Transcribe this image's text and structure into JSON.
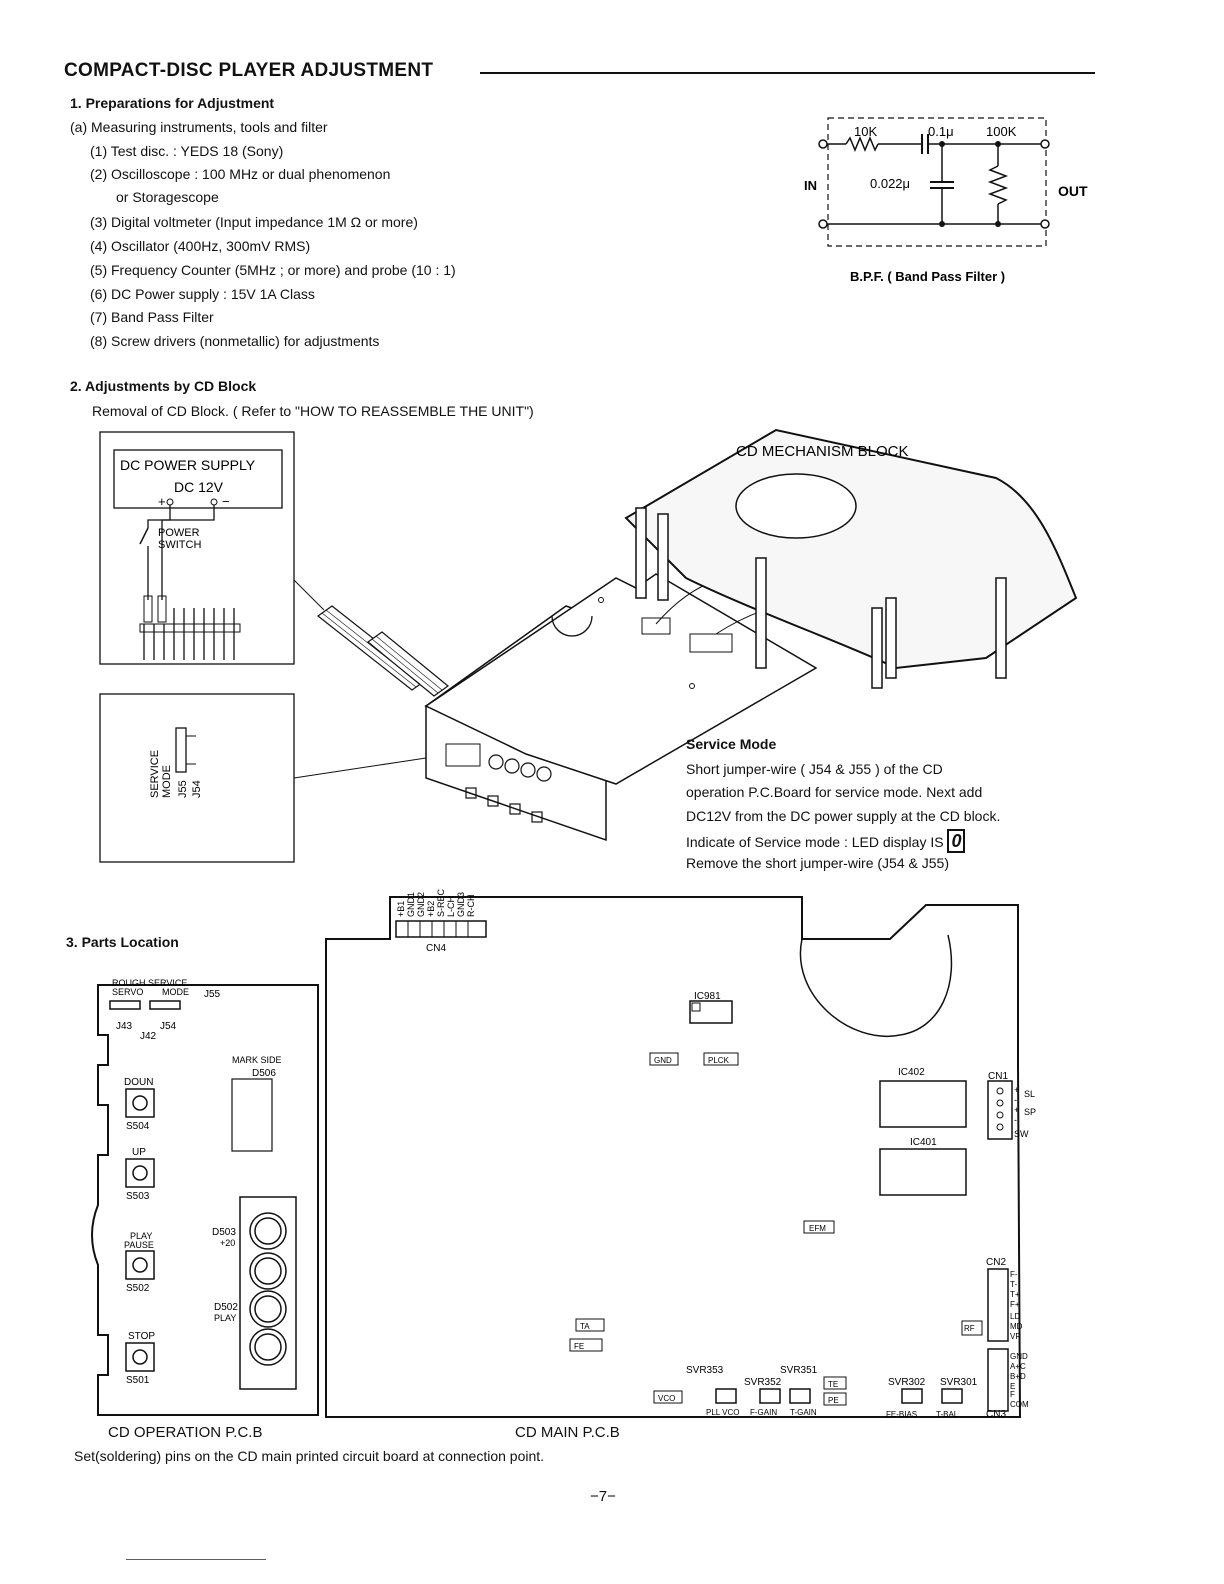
{
  "header": {
    "title": "COMPACT-DISC PLAYER ADJUSTMENT"
  },
  "section1": {
    "heading": "1. Preparations for Adjustment",
    "sub_heading": "(a)  Measuring instruments, tools and filter",
    "items": [
      "(1) Test disc. : YEDS 18 (Sony)",
      "(2) Oscilloscope :  100 MHz or dual phenomenon",
      "or Storagescope",
      "(3) Digital voltmeter (Input impedance 1M Ω or more)",
      "(4) Oscillator (400Hz, 300mV RMS)",
      "(5) Frequency Counter (5MHz ; or more) and probe (10 : 1)",
      "(6) DC Power supply : 15V 1A Class",
      "(7) Band Pass Filter",
      "(8) Screw drivers (nonmetallic) for adjustments"
    ]
  },
  "bpf": {
    "r1": "10K",
    "c1": "0.1μ",
    "r2": "100K",
    "c2": "0.022μ",
    "in": "IN",
    "out": "OUT",
    "caption": "B.P.F. ( Band Pass Filter )"
  },
  "section2": {
    "heading": "2. Adjustments by CD Block",
    "removal": "Removal of CD Block. ( Refer to \"HOW TO REASSEMBLE THE UNIT\")",
    "psu_label": "DC POWER SUPPLY",
    "psu_voltage": "DC 12V",
    "psu_plus": "+",
    "psu_minus": "−",
    "power_switch": [
      "POWER",
      "SWITCH"
    ],
    "service_mode_label": [
      "SERVICE",
      "MODE"
    ],
    "j55": "J55",
    "j54": "J54",
    "mechanism_label": "CD MECHANISM BLOCK",
    "service": {
      "title": "Service Mode",
      "lines": [
        "Short  jumper-wire ( J54  &  J55 )  of   the  CD",
        "operation  P.C.Board  for  service  mode.  Next  add",
        "DC12V  from  the  DC  power supply  at the  CD  block.",
        "Indicate of Service mode : LED display IS",
        "Remove the short jumper-wire (J54 & J55)"
      ],
      "led_glyph": "0"
    }
  },
  "section3": {
    "heading": "3. Parts Location",
    "op": {
      "rough": "ROUGH",
      "servo": "SERVO",
      "service": "SERVICE",
      "mode": "MODE",
      "j55": "J55",
      "j43": "J43",
      "j54": "J54",
      "j42": "J42",
      "mark_side": "MARK SIDE",
      "d506": "D506",
      "down": "DOUN",
      "s504": "S504",
      "up": "UP",
      "s503": "S503",
      "play": "PLAY",
      "pause": "PAUSE",
      "s502": "S502",
      "stop": "STOP",
      "s501": "S501",
      "d503": "D503",
      "d503b": "+20",
      "d502": "D502",
      "d502b": "PLAY",
      "caption": "CD OPERATION P.C.B"
    },
    "main": {
      "cn4_pins": [
        "+B1",
        "GND1",
        "GND2",
        "+B2",
        "S-REC",
        "L-CH",
        "GND3",
        "R-CH"
      ],
      "cn4": "CN4",
      "ic981": "IC981",
      "gnd": "GND",
      "plck": "PLCK",
      "ic402": "IC402",
      "ic401": "IC401",
      "cn1": "CN1",
      "cn1_pins": [
        "+",
        "-",
        "+",
        "-"
      ],
      "cn1_groups": [
        "SL",
        "SP",
        "SW"
      ],
      "efm": "EFM",
      "cn2": "CN2",
      "cn2_pins": [
        "F-",
        "T-",
        "T+",
        "F+",
        "LD",
        "MD",
        "VR"
      ],
      "rf": "RF",
      "ta": "TA",
      "fe": "FE",
      "cn3_pins": [
        "GND",
        "A+C",
        "B+D",
        "E",
        "F",
        "COM"
      ],
      "cn3": "CN3",
      "te": "TE",
      "pe": "PE",
      "vco": "VCO",
      "svr353": "SVR353",
      "svr352": "SVR352",
      "svr351": "SVR351",
      "svr302": "SVR302",
      "svr301": "SVR301",
      "pll_vco": "PLL VCO",
      "f_gain": "F-GAIN",
      "t_gain": "T-GAIN",
      "fe_bias": "FE-BIAS",
      "t_bal": "T-BAL",
      "caption": "CD MAIN P.C.B"
    },
    "note": "Set(soldering) pins on the CD main printed circuit board at connection point."
  },
  "footer": {
    "page": "−7−"
  }
}
